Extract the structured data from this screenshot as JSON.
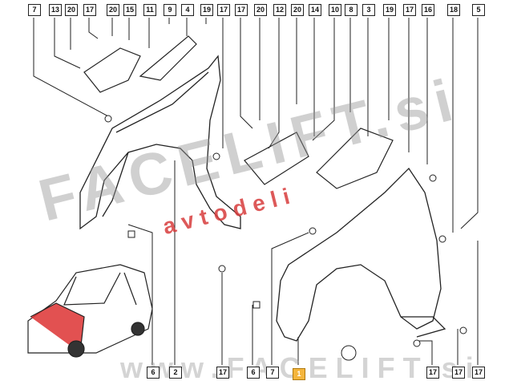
{
  "top_labels": [
    "7",
    "13",
    "20",
    "17",
    "20",
    "15",
    "11",
    "9",
    "4",
    "19",
    "17",
    "17",
    "20",
    "12",
    "20",
    "14",
    "10",
    "8",
    "3",
    "19",
    "17",
    "16",
    "18",
    "5"
  ],
  "bottom_labels": [
    "6",
    "2",
    "17",
    "6",
    "7",
    "1",
    "17",
    "17",
    "17"
  ],
  "highlighted_part": "1",
  "watermark": {
    "main": "FACELIFT.si",
    "sub": "avtodeli",
    "url": "www.FACELIFT.si"
  },
  "colors": {
    "highlight": "#f4b53c",
    "watermark_red": "#d73c3c"
  }
}
